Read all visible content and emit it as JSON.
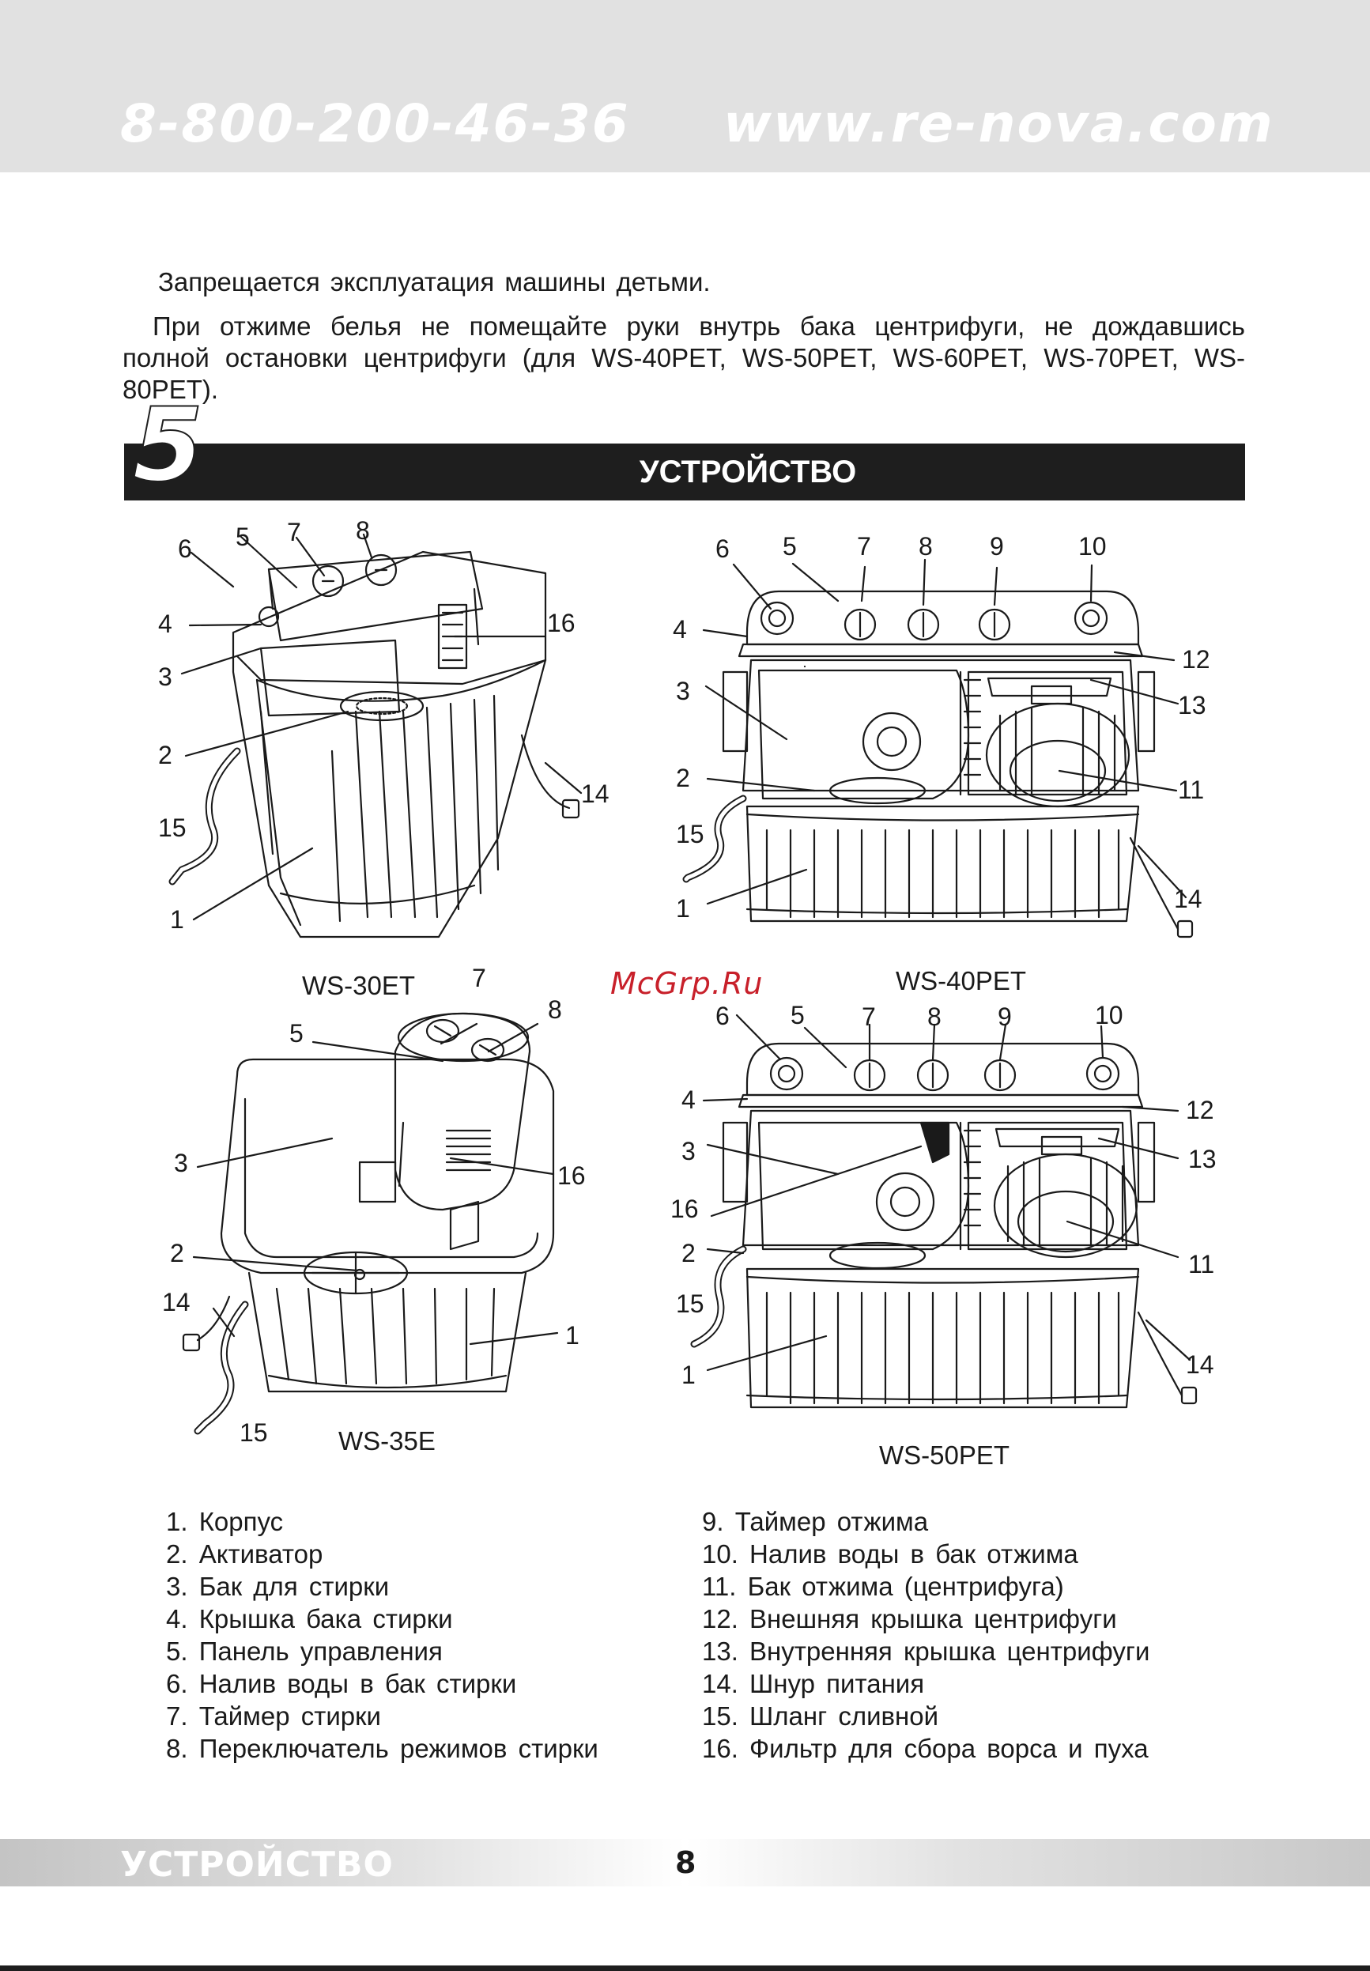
{
  "header": {
    "phone": "8-800-200-46-36",
    "url": "www.re-nova.com"
  },
  "intro": {
    "p1": "Запрещается эксплуатация машины детьми.",
    "p2": "При отжиме белья не помещайте руки внутрь бака центрифуги, не дождавшись полной остановки центрифуги (для WS-40PET, WS-50PET, WS-60PET, WS-70PET, WS-80PET)."
  },
  "section": {
    "number": "5",
    "title": "УСТРОЙСТВО"
  },
  "figures": {
    "ws30": {
      "model": "WS-30ET",
      "labels": [
        "1",
        "2",
        "3",
        "4",
        "5",
        "6",
        "7",
        "8",
        "14",
        "15",
        "16"
      ]
    },
    "ws40": {
      "model": "WS-40PET",
      "labels": [
        "1",
        "2",
        "3",
        "4",
        "5",
        "6",
        "7",
        "8",
        "9",
        "10",
        "11",
        "12",
        "13",
        "14",
        "15"
      ]
    },
    "ws35": {
      "model": "WS-35E",
      "labels": [
        "1",
        "2",
        "3",
        "5",
        "7",
        "8",
        "14",
        "15",
        "16"
      ]
    },
    "ws50": {
      "model": "WS-50PET",
      "labels": [
        "1",
        "2",
        "3",
        "4",
        "5",
        "6",
        "7",
        "8",
        "9",
        "10",
        "11",
        "12",
        "13",
        "14",
        "15",
        "16"
      ]
    }
  },
  "watermark": "McGrp.Ru",
  "legend_left": [
    "1. Корпус",
    "2. Активатор",
    "3. Бак для стирки",
    "4. Крышка бака стирки",
    "5. Панель управления",
    "6. Налив воды в бак стирки",
    "7. Таймер стирки",
    "8. Переключатель режимов стирки"
  ],
  "legend_right": [
    "9. Таймер отжима",
    "10. Налив воды в бак отжима",
    "11. Бак отжима (центрифуга)",
    "12. Внешняя крышка центрифуги",
    "13. Внутренняя крышка центрифуги",
    "14. Шнур питания",
    "15. Шланг сливной",
    "16. Фильтр для сбора ворса и пуха"
  ],
  "footer": {
    "title": "УСТРОЙСТВО",
    "page": "8"
  }
}
